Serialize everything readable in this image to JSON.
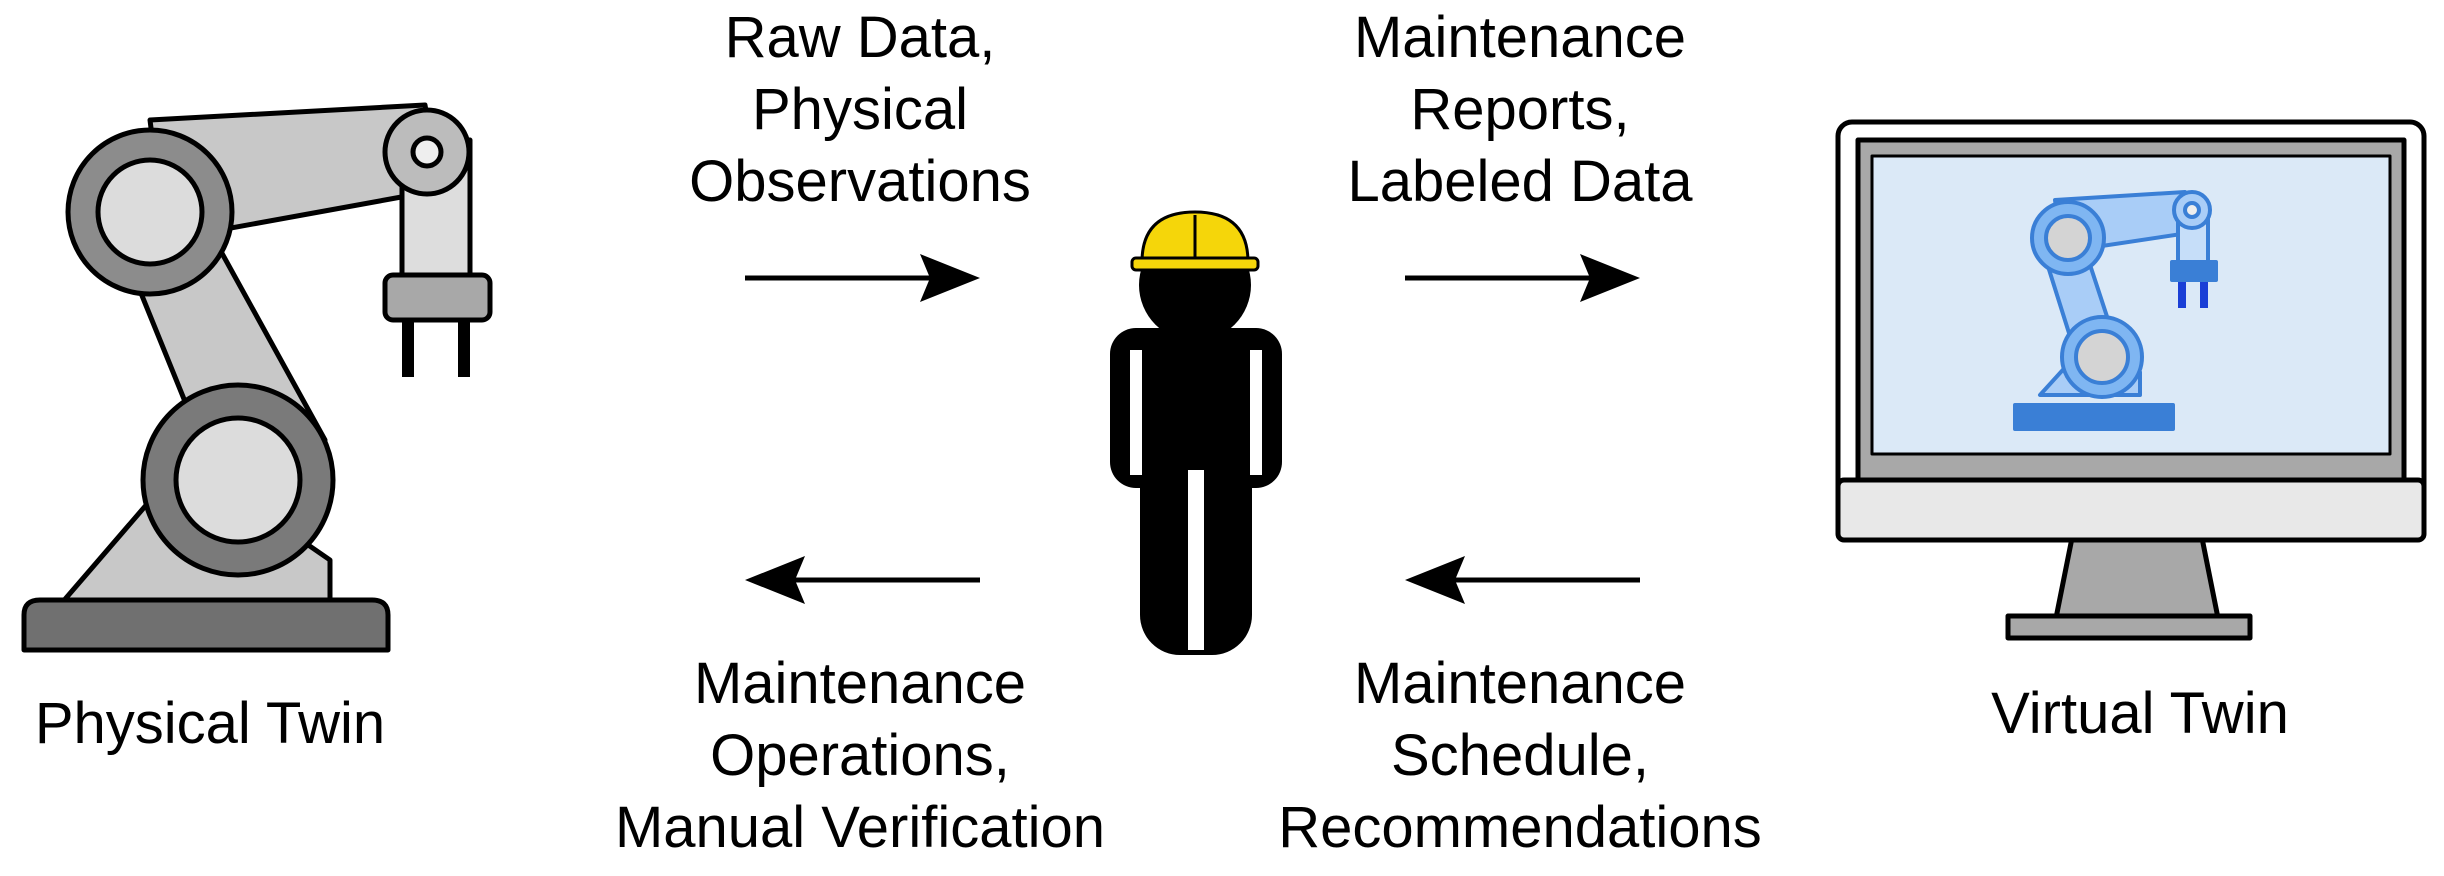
{
  "nodes": {
    "physical_twin": "Physical Twin",
    "virtual_twin": "Virtual Twin"
  },
  "flows": {
    "robot_to_worker": [
      "Raw Data,",
      "Physical",
      "Observations"
    ],
    "worker_to_computer": [
      "Maintenance",
      "Reports,",
      "Labeled Data"
    ],
    "worker_to_robot": [
      "Maintenance",
      "Operations,",
      "Manual Verification"
    ],
    "computer_to_worker": [
      "Maintenance",
      "Schedule,",
      "Recommendations"
    ]
  },
  "colors": {
    "robot_gray": "#c8c8c8",
    "robot_dark": "#707070",
    "helmet": "#f5d60a",
    "screen_bg": "#dbe9f7",
    "virtual_robot": "#a9cdf7",
    "virtual_accent": "#3a7fd6"
  },
  "icons": [
    "robot-arm-icon",
    "worker-icon",
    "monitor-icon"
  ]
}
